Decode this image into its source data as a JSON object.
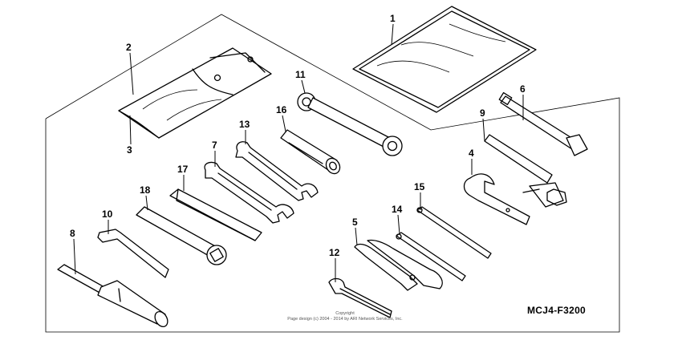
{
  "diagram": {
    "code": "MCJ4-F3200",
    "copyright_line1": "Copyright",
    "copyright_line2": "Page design (c) 2004 - 2014 by ARI Network Services, Inc."
  },
  "callouts": {
    "c1": "1",
    "c2": "2",
    "c3": "3",
    "c4": "4",
    "c5": "5",
    "c6": "6",
    "c7": "7",
    "c8": "8",
    "c9": "9",
    "c10": "10",
    "c11": "11",
    "c12": "12",
    "c13": "13",
    "c14": "14",
    "c15": "15",
    "c16": "16",
    "c17": "17",
    "c18": "18"
  }
}
